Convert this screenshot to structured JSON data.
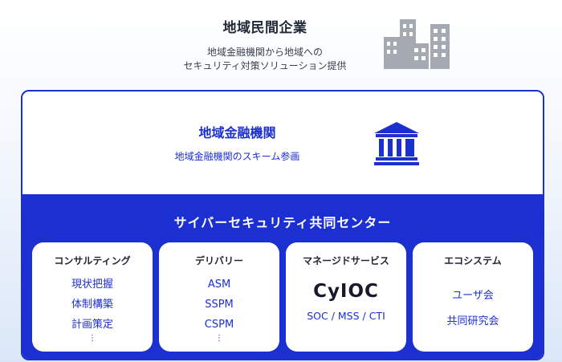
{
  "colors": {
    "accent": "#1c2fd0",
    "building_gray": "#a4a9b2"
  },
  "top": {
    "title": "地域民間企業",
    "desc_line1": "地域金融機関から地域への",
    "desc_line2": "セキュリティ対策ソリューション提供",
    "icon": "buildings-icon"
  },
  "financial": {
    "title": "地域金融機関",
    "desc": "地域金融機関のスキーム参画",
    "icon": "bank-icon"
  },
  "center": {
    "title": "サイバーセキュリティ共同センター",
    "boxes": {
      "consulting": {
        "title": "コンサルティング",
        "items": [
          "現状把握",
          "体制構築",
          "計画策定"
        ],
        "more": "⋮"
      },
      "delivery": {
        "title": "デリバリー",
        "items": [
          "ASM",
          "SSPM",
          "CSPM"
        ],
        "more": "⋮"
      },
      "managed": {
        "title": "マネージドサービス",
        "logo": "CyIOC",
        "sub": "SOC / MSS / CTI"
      },
      "ecosystem": {
        "title": "エコシステム",
        "items": [
          "ユーザ会",
          "共同研究会"
        ]
      }
    }
  }
}
